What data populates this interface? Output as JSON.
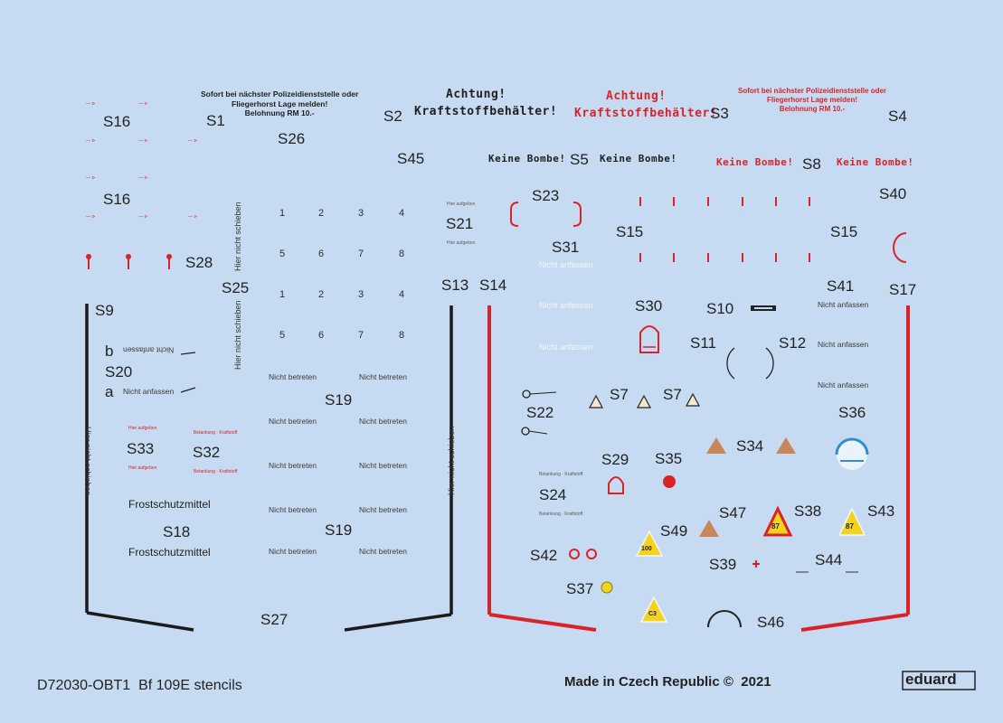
{
  "sheet": {
    "code": "D72030-OBT1",
    "title": "Bf 109E stencils",
    "made_in": "Made in Czech Republic ©",
    "year": "2021",
    "brand": "eduard"
  },
  "labels": {
    "S1": "S1",
    "S2": "S2",
    "S3": "S3",
    "S4": "S4",
    "S5": "S5",
    "S7": "S7",
    "S8": "S8",
    "S9": "S9",
    "S10": "S10",
    "S11": "S11",
    "S12": "S12",
    "S13": "S13",
    "S14": "S14",
    "S15": "S15",
    "S16": "S16",
    "S17": "S17",
    "S18": "S18",
    "S19": "S19",
    "S20": "S20",
    "S21": "S21",
    "S22": "S22",
    "S23": "S23",
    "S24": "S24",
    "S25": "S25",
    "S26": "S26",
    "S27": "S27",
    "S28": "S28",
    "S29": "S29",
    "S30": "S30",
    "S31": "S31",
    "S32": "S32",
    "S33": "S33",
    "S34": "S34",
    "S35": "S35",
    "S36": "S36",
    "S37": "S37",
    "S38": "S38",
    "S39": "S39",
    "S40": "S40",
    "S41": "S41",
    "S42": "S42",
    "S43": "S43",
    "S44": "S44",
    "S45": "S45",
    "S46": "S46",
    "S47": "S47",
    "S49": "S49",
    "a": "a",
    "b": "b"
  },
  "texts": {
    "police_notice": "Sofort bei nächster Polizeidienststelle oder\nFliegerhorst Lage melden!\nBelohnung RM 10.-",
    "achtung": "Achtung!",
    "kraftstoff": "Kraftstoffbehälter!",
    "keine_bombe": "Keine Bombe!",
    "nicht_anfassen": "Nicht anfassen",
    "nicht_betreten": "Nicht betreten",
    "frostschutzmittel": "Frostschutzmittel",
    "hier_nicht_schieben": "Hier nicht schieben",
    "nicht_anfassen_lower": "Nicht anfassen"
  },
  "grid_numbers": [
    "1",
    "2",
    "3",
    "4",
    "5",
    "6",
    "7",
    "8"
  ],
  "triangle_numbers": {
    "s38": "87",
    "s43": "87",
    "s49": "100",
    "s48": "C3"
  },
  "colors": {
    "sheet": "#c6dbf1",
    "black": "#1f1f1f",
    "red": "#d8232a",
    "white": "#f2f6fb",
    "yellow": "#f4d31c",
    "tan": "#c8875a"
  }
}
